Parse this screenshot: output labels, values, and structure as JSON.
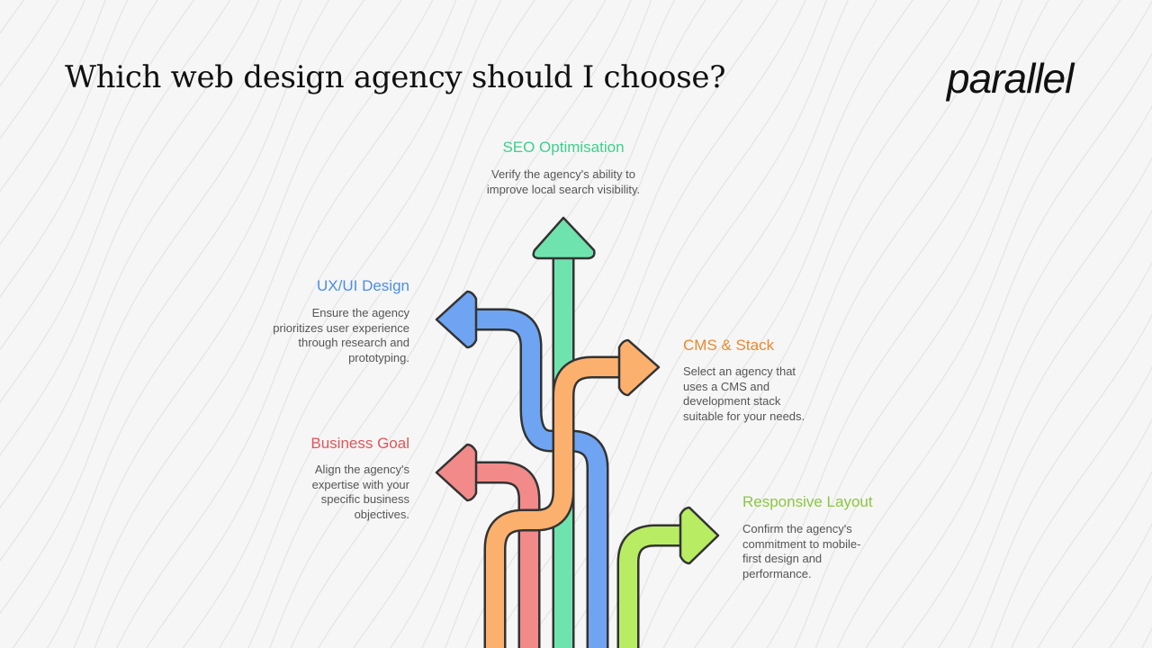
{
  "title": "Which web design agency should I choose?",
  "logo": "parallel",
  "colors": {
    "seo": "#3fcf8e",
    "ux": "#4a8ee6",
    "cms": "#e8892e",
    "business": "#e0555a",
    "responsive": "#8cc63f"
  },
  "items": [
    {
      "label": "SEO Optimisation",
      "desc": "Verify the agency's ability to improve local search visibility."
    },
    {
      "label": "UX/UI Design",
      "desc": "Ensure the agency prioritizes user experience through research and prototyping."
    },
    {
      "label": "CMS & Stack",
      "desc": "Select an agency that uses a CMS and development stack suitable for your needs."
    },
    {
      "label": "Business Goal",
      "desc": "Align the agency's expertise with your specific business objectives."
    },
    {
      "label": "Responsive Layout",
      "desc": "Confirm the agency's commitment to mobile-first design and performance."
    }
  ]
}
